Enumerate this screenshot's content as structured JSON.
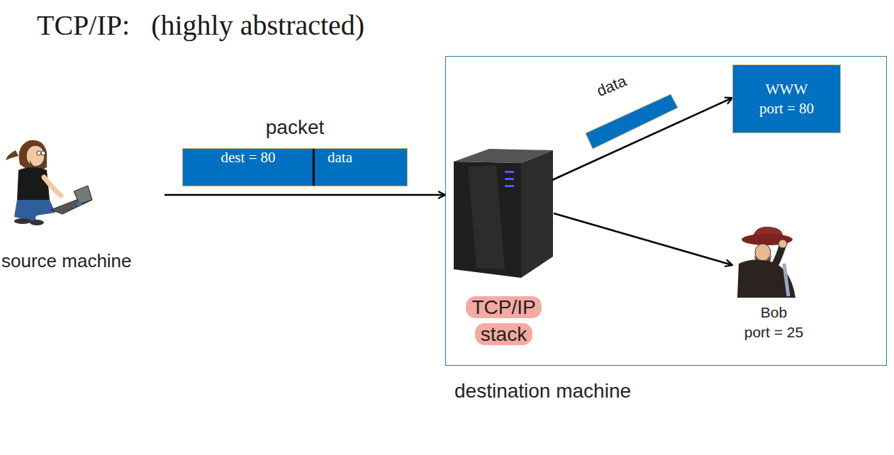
{
  "diagram": {
    "title": "TCP/IP:   (highly abstracted)",
    "nodes": [
      {
        "text": [
          "source machine"
        ]
      },
      {
        "text": [
          "packet",
          "dest = 80",
          "data"
        ]
      },
      {
        "text": [
          "destination machine"
        ]
      },
      {
        "text": [
          "TCP/IP stack"
        ],
        "in": 2
      },
      {
        "text": [
          "WWW",
          "port = 80"
        ],
        "in": 2
      },
      {
        "text": [
          "Bob",
          "port = 25"
        ],
        "in": 2
      }
    ],
    "edges": [
      {
        "from": 0,
        "to": 2,
        "arrow": "to"
      },
      {
        "from": 3,
        "to": 4,
        "arrow": "to"
      },
      {
        "from": 3,
        "to": 5,
        "arrow": "to"
      }
    ],
    "labels": [
      "data"
    ]
  }
}
